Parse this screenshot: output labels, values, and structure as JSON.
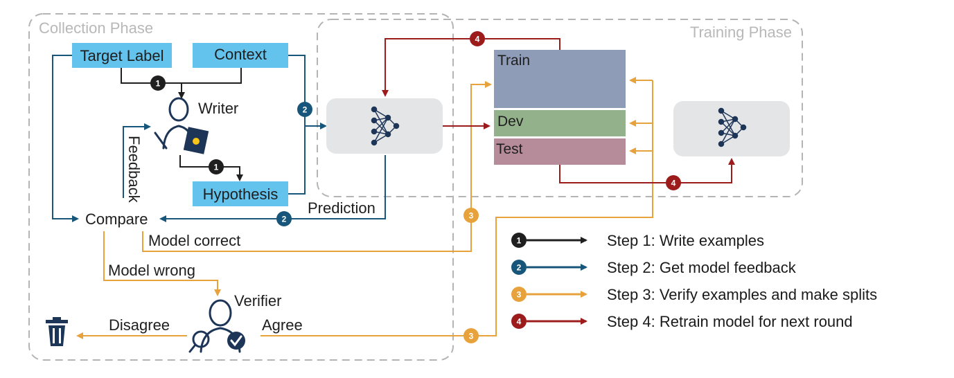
{
  "phases": {
    "collection": "Collection Phase",
    "training": "Training Phase"
  },
  "inputs": {
    "target_label": "Target Label",
    "context": "Context",
    "hypothesis": "Hypothesis"
  },
  "roles": {
    "writer": "Writer",
    "verifier": "Verifier",
    "compare": "Compare"
  },
  "edges": {
    "feedback": "Feedback",
    "prediction": "Prediction",
    "model_correct": "Model correct",
    "model_wrong": "Model wrong",
    "disagree": "Disagree",
    "agree": "Agree"
  },
  "splits": {
    "train": "Train",
    "dev": "Dev",
    "test": "Test"
  },
  "badges": {
    "b1": "1",
    "b2": "2",
    "b3": "3",
    "b4": "4"
  },
  "legend": [
    {
      "badge": "1",
      "label": "Step 1: Write examples",
      "color": "#1f1f1f"
    },
    {
      "badge": "2",
      "label": "Step 2: Get model feedback",
      "color": "#17567a"
    },
    {
      "badge": "3",
      "label": "Step 3: Verify examples and make splits",
      "color": "#e8a23c"
    },
    {
      "badge": "4",
      "label": "Step 4: Retrain model for next round",
      "color": "#9c1c1c"
    }
  ],
  "colors": {
    "step1": "#1f1f1f",
    "step2": "#17567a",
    "step3": "#e8a23c",
    "step4": "#9c1c1c",
    "input_box": "#63c3ec",
    "train": "#8f9cb8",
    "dev": "#93b18a",
    "test": "#b68c9b",
    "model_box": "#e3e5e7",
    "icon_navy": "#1d3557"
  }
}
